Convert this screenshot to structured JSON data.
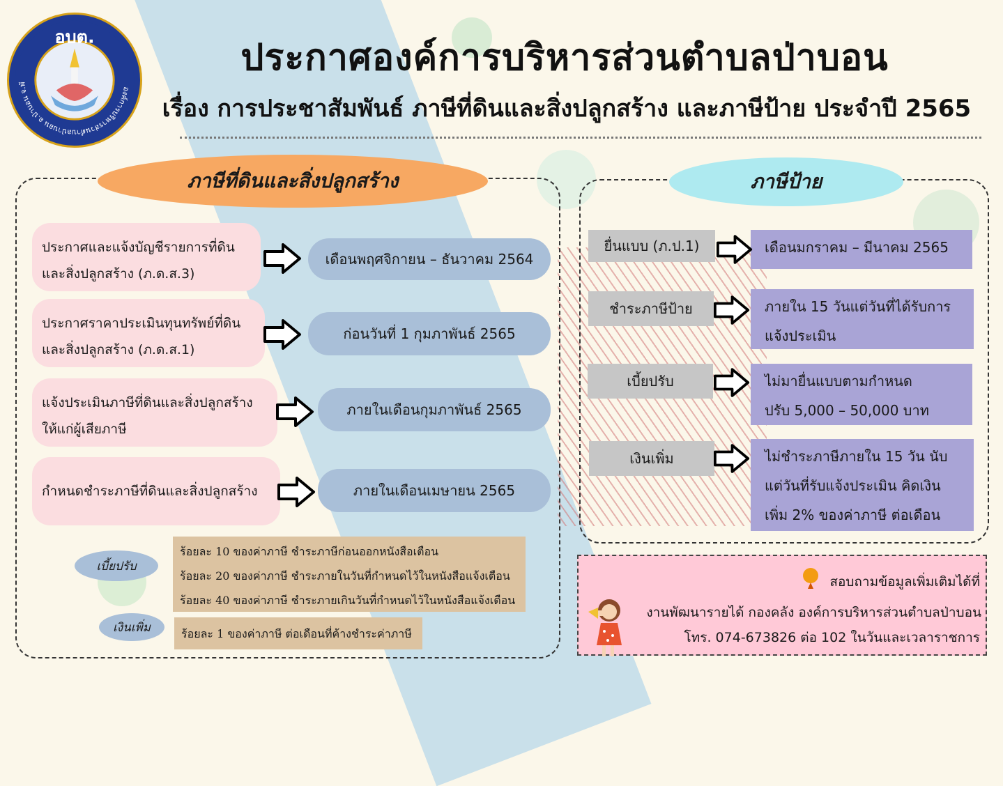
{
  "logo": {
    "top_text": "อบต.",
    "ring_text": "องค์การบริหารส่วนตำบลป่าบอน อ.ป่าบอน จ.พัทลุง"
  },
  "header": {
    "title": "ประกาศองค์การบริหารส่วนตำบลป่าบอน",
    "subtitle": "เรื่อง การประชาสัมพันธ์ ภาษีที่ดินและสิ่งปลูกสร้าง และภาษีป้าย ประจำปี 2565"
  },
  "land_tax": {
    "heading": "ภาษีที่ดินและสิ่งปลูกสร้าง",
    "steps": [
      {
        "label": "ประกาศและแจ้งบัญชีรายการที่ดิน\nและสิ่งปลูกสร้าง (ภ.ด.ส.3)",
        "period": "เดือนพฤศจิกายน – ธันวาคม 2564"
      },
      {
        "label": "ประกาศราคาประเมินทุนทรัพย์ที่ดิน\nและสิ่งปลูกสร้าง (ภ.ด.ส.1)",
        "period": "ก่อนวันที่ 1 กุมภาพันธ์ 2565"
      },
      {
        "label": "แจ้งประเมินภาษีที่ดินและสิ่งปลูกสร้าง\nให้แก่ผู้เสียภาษี",
        "period": "ภายในเดือนกุมภาพันธ์ 2565"
      },
      {
        "label": "กำหนดชำระภาษีที่ดินและสิ่งปลูกสร้าง",
        "period": "ภายในเดือนเมษายน 2565"
      }
    ],
    "penalty_label": "เบี้ยปรับ",
    "penalty_items": [
      "ร้อยละ 10 ของค่าภาษี ชำระภาษีก่อนออกหนังสือเตือน",
      "ร้อยละ 20 ของค่าภาษี ชำระภายในวันที่กำหนดไว้ในหนังสือแจ้งเตือน",
      "ร้อยละ 40 ของค่าภาษี ชำระภายเกินวันที่กำหนดไว้ในหนังสือแจ้งเตือน"
    ],
    "surcharge_label": "เงินเพิ่ม",
    "surcharge_item": "ร้อยละ 1 ของค่าภาษี ต่อเดือนที่ค้างชำระค่าภาษี"
  },
  "sign_tax": {
    "heading": "ภาษีป้าย",
    "rows": [
      {
        "label": "ยื่นแบบ (ภ.ป.1)",
        "detail": "เดือนมกราคม – มีนาคม 2565"
      },
      {
        "label": "ชำระภาษีป้าย",
        "detail": "ภายใน 15 วันแต่วันที่ได้รับการ\nแจ้งประเมิน"
      },
      {
        "label": "เบี้ยปรับ",
        "detail": "ไม่มายื่นแบบตามกำหนด\nปรับ 5,000 – 50,000 บาท"
      },
      {
        "label": "เงินเพิ่ม",
        "detail": "ไม่ชำระภาษีภายใน 15 วัน นับ\nแต่วันที่รับแจ้งประเมิน คิดเงิน\nเพิ่ม 2% ของค่าภาษี ต่อเดือน"
      }
    ]
  },
  "contact": {
    "line1": "สอบถามข้อมูลเพิ่มเติมได้ที่",
    "line2": "งานพัฒนารายได้ กองคลัง องค์การบริหารส่วนตำบลป่าบอน",
    "line3": "โทร. 074-673826 ต่อ 102 ในวันและเวลาราชการ"
  },
  "colors": {
    "background": "#fbf7ea",
    "orange": "#f7a862",
    "cyan": "#aeeaf0",
    "pink": "#fbdde0",
    "blue": "#a9bfd8",
    "purple": "#a9a4d6",
    "tan": "#dcc3a1",
    "contact_pink": "#ffc9d7",
    "logo_blue": "#1f3a93"
  }
}
